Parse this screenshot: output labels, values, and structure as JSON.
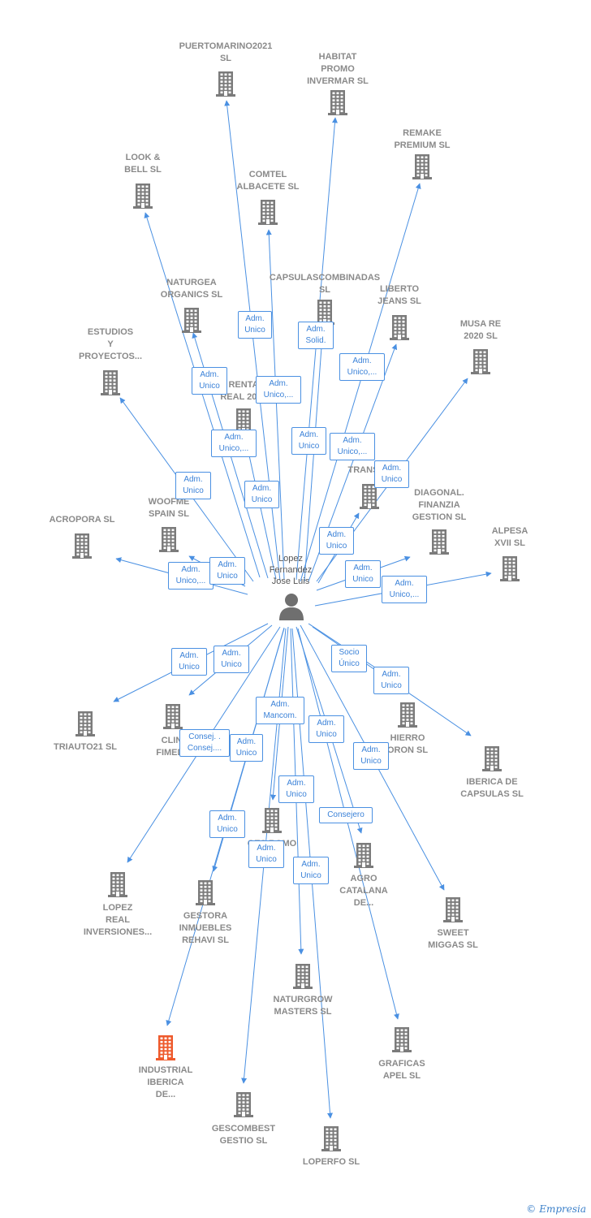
{
  "colors": {
    "edge": "#4a90e2",
    "building": "#7b7b7b",
    "building_highlight": "#ee5a2c",
    "label": "#8a8a8a"
  },
  "person": {
    "name": "Lopez\nFernandez\nJose Luis",
    "icon": "person-icon"
  },
  "companies": [
    {
      "id": "puertomarino",
      "label": "PUERTOMARINO2021\nSL"
    },
    {
      "id": "habitat",
      "label": "HABITAT\nPROMO\nINVERMAR SL"
    },
    {
      "id": "remake",
      "label": "REMAKE\nPREMIUM SL"
    },
    {
      "id": "lookbell",
      "label": "LOOK &\nBELL  SL"
    },
    {
      "id": "comtel",
      "label": "COMTEL\nALBACETE  SL"
    },
    {
      "id": "capsulas",
      "label": "CAPSULASCOMBINADAS\nSL"
    },
    {
      "id": "liberto",
      "label": "LIBERTO\nJEANS  SL"
    },
    {
      "id": "naturgea",
      "label": "NATURGEA\nORGANICS  SL"
    },
    {
      "id": "musa",
      "label": "MUSA RE\n2020  SL"
    },
    {
      "id": "estudios",
      "label": "ESTUDIOS\nY\nPROYECTOS..."
    },
    {
      "id": "renta",
      "label": "RENTA\nREAL 2020"
    },
    {
      "id": "transto",
      "label": "TRANSTO"
    },
    {
      "id": "diagonal",
      "label": "DIAGONAL.\nFINANZIA\nGESTION SL"
    },
    {
      "id": "acropora",
      "label": "ACROPORA  SL"
    },
    {
      "id": "woofme",
      "label": "WOOFME\nSPAIN  SL"
    },
    {
      "id": "alpesa",
      "label": "ALPESA\nXVII  SL"
    },
    {
      "id": "triauto",
      "label": "TRIAUTO21  SL"
    },
    {
      "id": "clini",
      "label": "CLINI\nFIMEDE"
    },
    {
      "id": "hierro",
      "label": "HIERRO\nORON  SL"
    },
    {
      "id": "ibericacap",
      "label": "IBERICA DE\nCAPSULAS  SL"
    },
    {
      "id": "gesromo",
      "label": "GES      ROMO"
    },
    {
      "id": "agro",
      "label": "AGRO\nCATALANA\nDE..."
    },
    {
      "id": "lopezreal",
      "label": "LOPEZ\nREAL\nINVERSIONES..."
    },
    {
      "id": "gestora",
      "label": "GESTORA\nINMUEBLES\nREHAVI  SL"
    },
    {
      "id": "sweet",
      "label": "SWEET\nMIGGAS  SL"
    },
    {
      "id": "naturgrow",
      "label": "NATURGROW\nMASTERS  SL"
    },
    {
      "id": "graficas",
      "label": "GRAFICAS\nAPEL SL"
    },
    {
      "id": "industrial",
      "label": "INDUSTRIAL\nIBERICA\nDE..."
    },
    {
      "id": "gescombest",
      "label": "GESCOMBEST\nGESTIO SL"
    },
    {
      "id": "loperfo",
      "label": "LOPERFO SL"
    }
  ],
  "relations": [
    {
      "text": "Adm.\nUnico"
    },
    {
      "text": "Adm.\nSolid."
    },
    {
      "text": "Adm.\nUnico,..."
    },
    {
      "text": "Adm.\nUnico"
    },
    {
      "text": "Adm.\nUnico,..."
    },
    {
      "text": "Adm.\nUnico,..."
    },
    {
      "text": "Adm.\nUnico"
    },
    {
      "text": "Adm.\nUnico,..."
    },
    {
      "text": "Adm.\nUnico"
    },
    {
      "text": "Adm.\nUnico"
    },
    {
      "text": "Adm.\nUnico"
    },
    {
      "text": "Adm.\nUnico"
    },
    {
      "text": "Adm.\nUnico,..."
    },
    {
      "text": "Adm.\nUnico"
    },
    {
      "text": "Adm.\nUnico"
    },
    {
      "text": "Adm.\nUnico,..."
    },
    {
      "text": "Adm.\nUnico"
    },
    {
      "text": "Adm.\nUnico"
    },
    {
      "text": "Socio\nÚnico"
    },
    {
      "text": "Adm.\nUnico"
    },
    {
      "text": "Adm.\nMancom."
    },
    {
      "text": "Adm.\nUnico"
    },
    {
      "text": "Consej. .\nConsej...."
    },
    {
      "text": "Adm.\nUnico"
    },
    {
      "text": "Adm.\nUnico"
    },
    {
      "text": "Adm.\nUnico"
    },
    {
      "text": "Consejero"
    },
    {
      "text": "Adm.\nUnico"
    },
    {
      "text": "Adm.\nUnico"
    },
    {
      "text": "Adm.\nUnico"
    }
  ],
  "footer": {
    "copyright": "©",
    "brand": "Empresia"
  }
}
